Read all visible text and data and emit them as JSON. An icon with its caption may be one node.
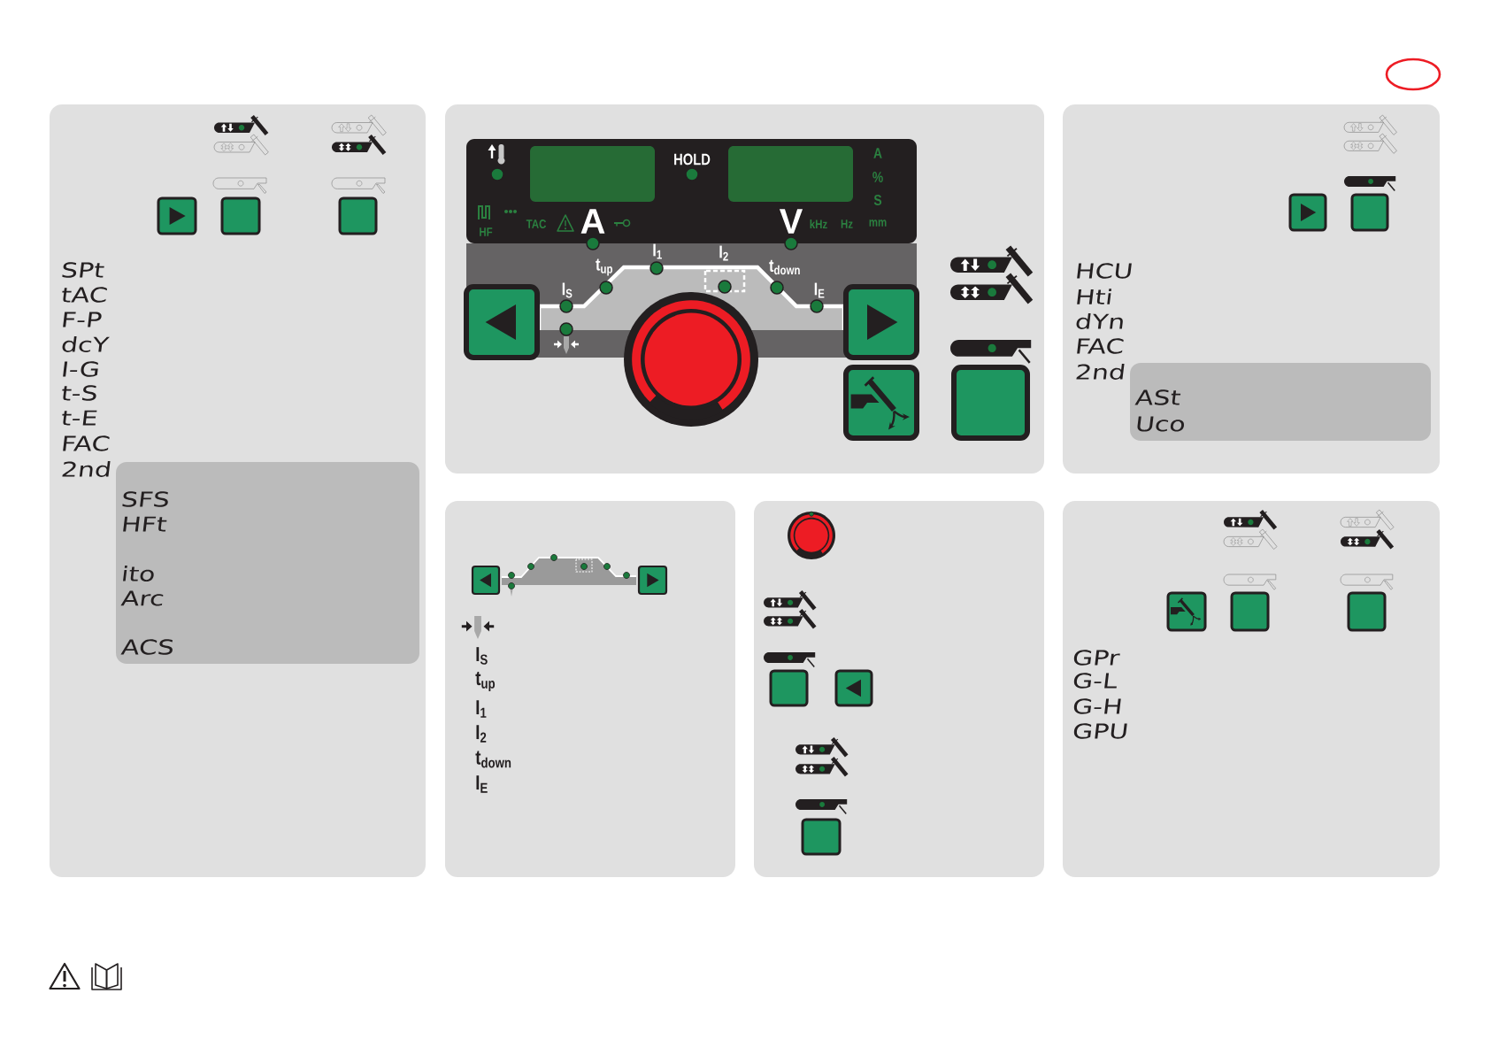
{
  "diagram": {
    "nodes": [
      {
        "text": [
          "SPt",
          "tAC",
          "F-P",
          "dcY",
          "I-G",
          "t-S",
          "t-E",
          "FAC",
          "2nd"
        ]
      },
      {
        "text": [
          "SFS",
          "HFt",
          "ito",
          "Arc",
          "ACS"
        ],
        "in": 0
      },
      {
        "text": [],
        "shape": "box"
      },
      {
        "text": [
          "HOLD",
          "A",
          "%",
          "S",
          "TAC",
          "A",
          "V",
          "kHz",
          "Hz",
          "mm",
          "HF"
        ],
        "in": 2
      },
      {
        "text": [
          "I$_{S}$",
          "t$_{up}$",
          "I$_{1}$",
          "I$_{2}$",
          "t$_{down}$",
          "I$_{E}$"
        ],
        "in": 2
      },
      {
        "text": [
          "HCU",
          "Hti",
          "dYn",
          "FAC",
          "2nd"
        ]
      },
      {
        "text": [
          "ASt",
          "Uco"
        ],
        "in": 5
      },
      {
        "text": [
          "I$_{S}$",
          "t$_{up}$",
          "I$_{1}$",
          "I$_{2}$",
          "t$_{down}$",
          "I$_{E}$"
        ]
      },
      {
        "text": [],
        "shape": "box"
      },
      {
        "text": [
          "GPr",
          "G-L",
          "G-H",
          "GPU"
        ]
      }
    ]
  }
}
